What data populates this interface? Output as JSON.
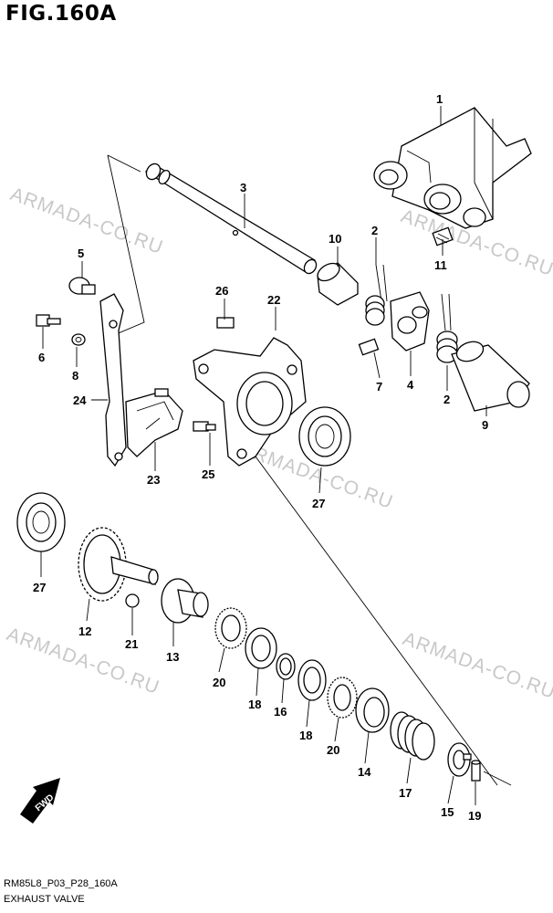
{
  "figure": {
    "title": "FIG.160A"
  },
  "watermark": {
    "text": "ARMADA-CO.RU"
  },
  "caption": {
    "code": "RM85L8_P03_P28_160A",
    "name": "EXHAUST VALVE"
  },
  "direction": {
    "label": "FWD"
  },
  "callouts": {
    "c1": "1",
    "c2a": "2",
    "c2b": "2",
    "c3": "3",
    "c4": "4",
    "c5": "5",
    "c6": "6",
    "c7": "7",
    "c8": "8",
    "c9": "9",
    "c10": "10",
    "c11": "11",
    "c12": "12",
    "c13": "13",
    "c14": "14",
    "c15": "15",
    "c16": "16",
    "c17": "17",
    "c18a": "18",
    "c18b": "18",
    "c19": "19",
    "c20a": "20",
    "c20b": "20",
    "c21": "21",
    "c22": "22",
    "c23": "23",
    "c24": "24",
    "c25": "25",
    "c26": "26",
    "c27a": "27",
    "c27b": "27"
  },
  "colors": {
    "line": "#000000",
    "watermark": "#c8c8c8",
    "background": "#ffffff"
  }
}
